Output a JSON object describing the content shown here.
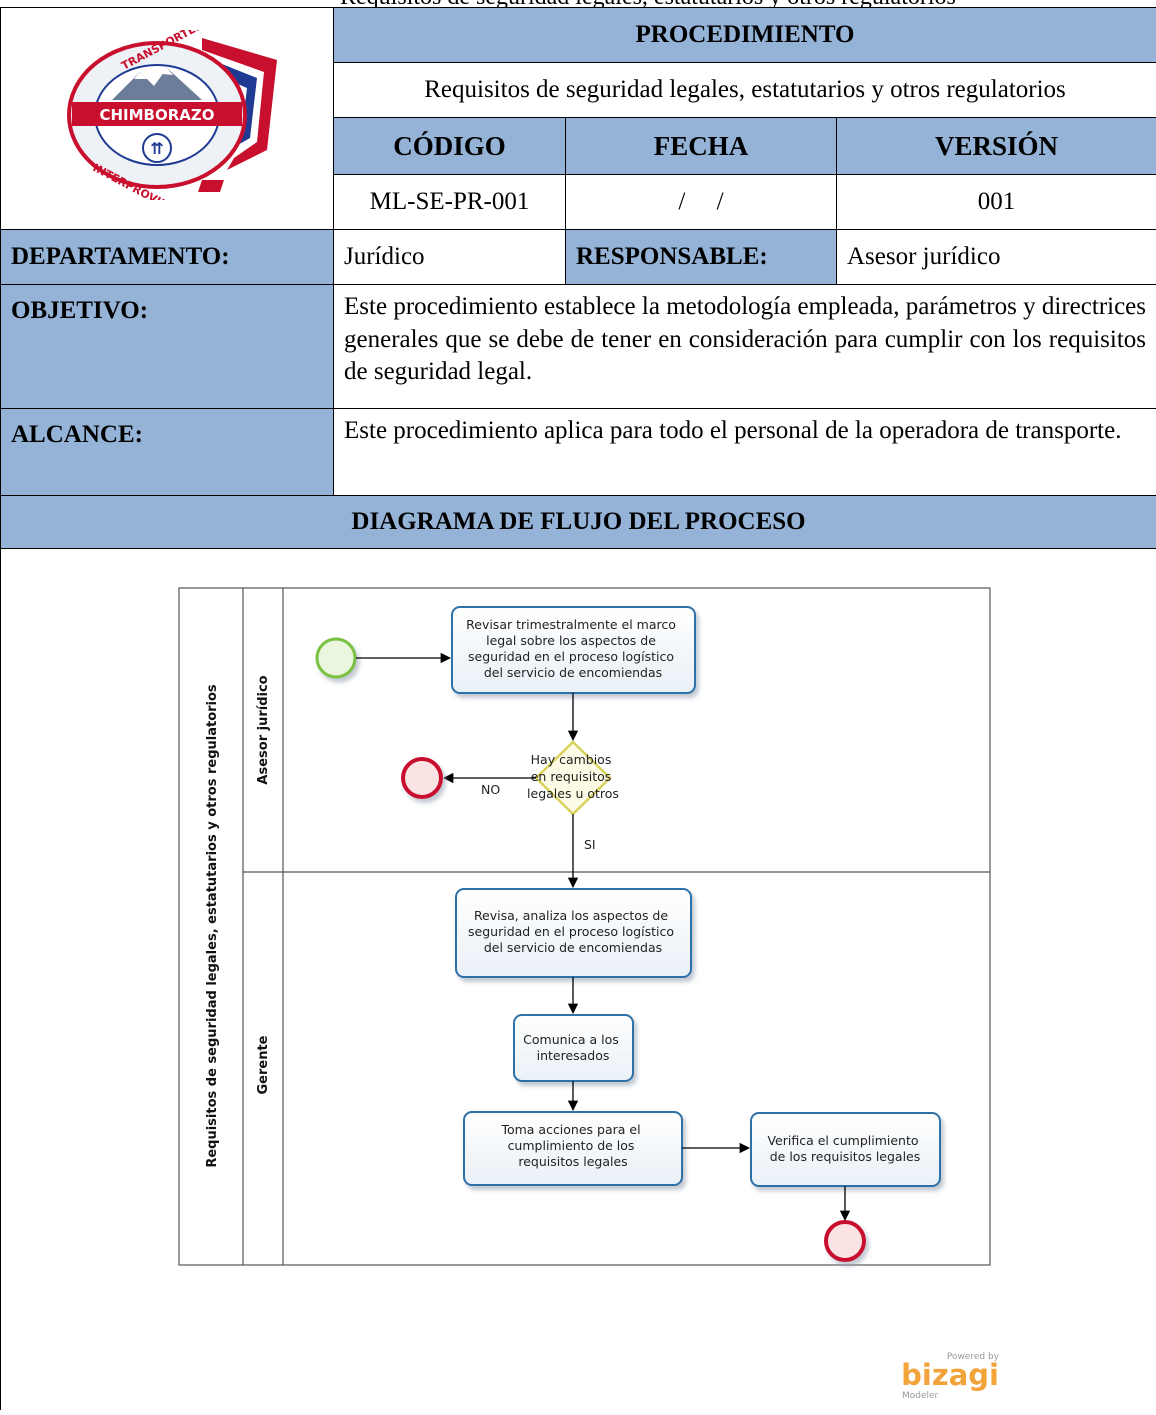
{
  "header": {
    "procedimiento_label": "PROCEDIMIENTO",
    "title": "Requisitos de seguridad legales, estatutarios y otros regulatorios",
    "codigo_label": "CÓDIGO",
    "fecha_label": "FECHA",
    "version_label": "VERSIÓN",
    "codigo_value": "ML-SE-PR-001",
    "fecha_value": "/     /",
    "version_value": "001"
  },
  "logo": {
    "top_text": "TRANSPORTES",
    "middle_text": "CHIMBORAZO",
    "bottom_text": "INTERPROVINCIAL"
  },
  "fields": {
    "departamento_label": "DEPARTAMENTO:",
    "departamento_value": "Jurídico",
    "responsable_label": "RESPONSABLE:",
    "responsable_value": "Asesor jurídico",
    "objetivo_label": "OBJETIVO:",
    "objetivo_value": "Este procedimiento establece la metodología empleada, parámetros y directrices generales que se debe de tener en consideración para cumplir con los requisitos de seguridad legal.",
    "alcance_label": "ALCANCE:",
    "alcance_value": "Este procedimiento aplica para todo el personal de la operadora de transporte."
  },
  "section_title": "DIAGRAMA DE FLUJO DEL PROCESO",
  "diagram": {
    "pool_label": "Requisitos de seguridad legales, estatutarios y otros regulatorios",
    "lane1_label": "Asesor jurídico",
    "lane2_label": "Gerente",
    "task1": [
      "Revisar trimestralmente el marco",
      "legal sobre los  aspectos de",
      "seguridad en el proceso logístico",
      "del  servicio de encomiendas"
    ],
    "gateway": [
      "Hay cambios",
      "en requisitos",
      "legales u otros"
    ],
    "no_label": "NO",
    "si_label": "SI",
    "task2": [
      "Revisa, analiza los aspectos de",
      "seguridad en el proceso logístico",
      "del servicio de encomiendas"
    ],
    "task3": [
      "Comunica a los",
      "interesados"
    ],
    "task4": [
      "Toma acciones para el",
      "cumplimiento de los",
      "requisitos legales"
    ],
    "task5": [
      "Verifica el cumplimiento",
      "de los requisitos legales"
    ],
    "watermark_small": "Powered by",
    "watermark_brand": "bizagi",
    "watermark_sub": "Modeler"
  },
  "colors": {
    "header_blue": "#94b3d7",
    "task_border": "#2e6fa8",
    "start_green": "#7ac142",
    "end_red": "#c8102e",
    "gateway_yellow": "#d8d25a",
    "bizagi_orange": "#f2a33a"
  }
}
